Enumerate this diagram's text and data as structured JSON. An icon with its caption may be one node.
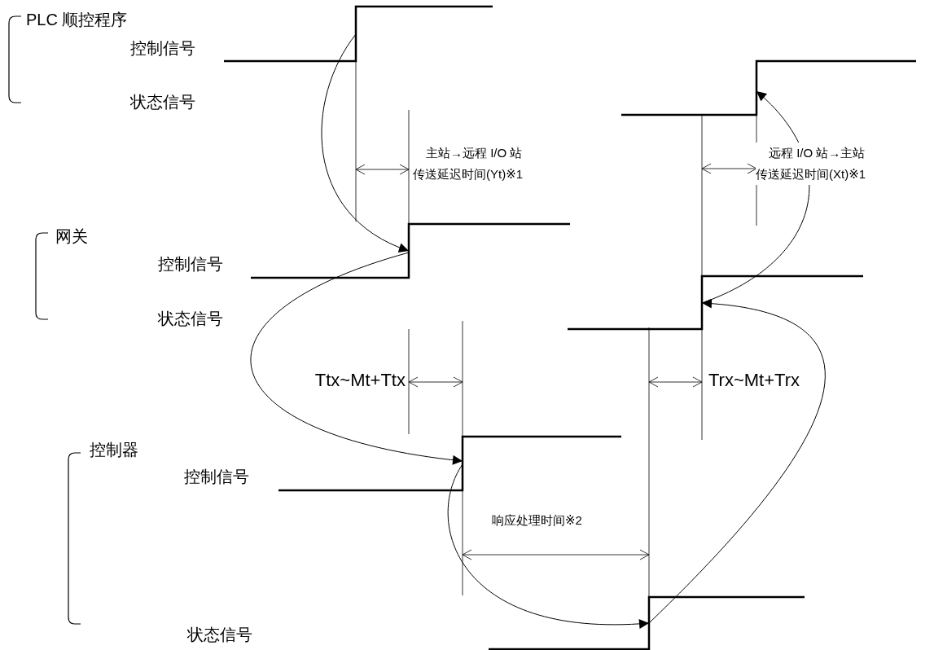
{
  "diagram": {
    "nodes": [
      {
        "text": [
          "PLC 顺控程序"
        ]
      },
      {
        "text": [
          "控制信号"
        ],
        "in": 0
      },
      {
        "text": [
          "状态信号"
        ],
        "in": 0
      },
      {
        "text": [
          "网关"
        ]
      },
      {
        "text": [
          "控制信号"
        ],
        "in": 3
      },
      {
        "text": [
          "状态信号"
        ],
        "in": 3
      },
      {
        "text": [
          "控制器"
        ]
      },
      {
        "text": [
          "控制信号"
        ],
        "in": 6
      },
      {
        "text": [
          "状态信号"
        ],
        "in": 6
      },
      {
        "text": [],
        "shape": "waveform"
      },
      {
        "text": [],
        "shape": "waveform"
      },
      {
        "text": [],
        "shape": "waveform"
      },
      {
        "text": [],
        "shape": "waveform"
      },
      {
        "text": [],
        "shape": "waveform"
      },
      {
        "text": [],
        "shape": "waveform"
      }
    ],
    "edges": [
      {
        "from": 9,
        "to": 11,
        "arrow": "to"
      },
      {
        "from": 11,
        "to": 13,
        "arrow": "to"
      },
      {
        "from": 13,
        "to": 14,
        "arrow": "to"
      },
      {
        "from": 14,
        "to": 12,
        "arrow": "to"
      },
      {
        "from": 12,
        "to": 10,
        "arrow": "to"
      }
    ],
    "labels": [
      "主站→远程 I/O 站传送延迟时间(Yt)※1",
      "远程 I/O 站→主站传送延迟时间(Xt)※1",
      "Ttx~Mt+Ttx",
      "Trx~Mt+Trx",
      "响应处理时间※2"
    ]
  }
}
